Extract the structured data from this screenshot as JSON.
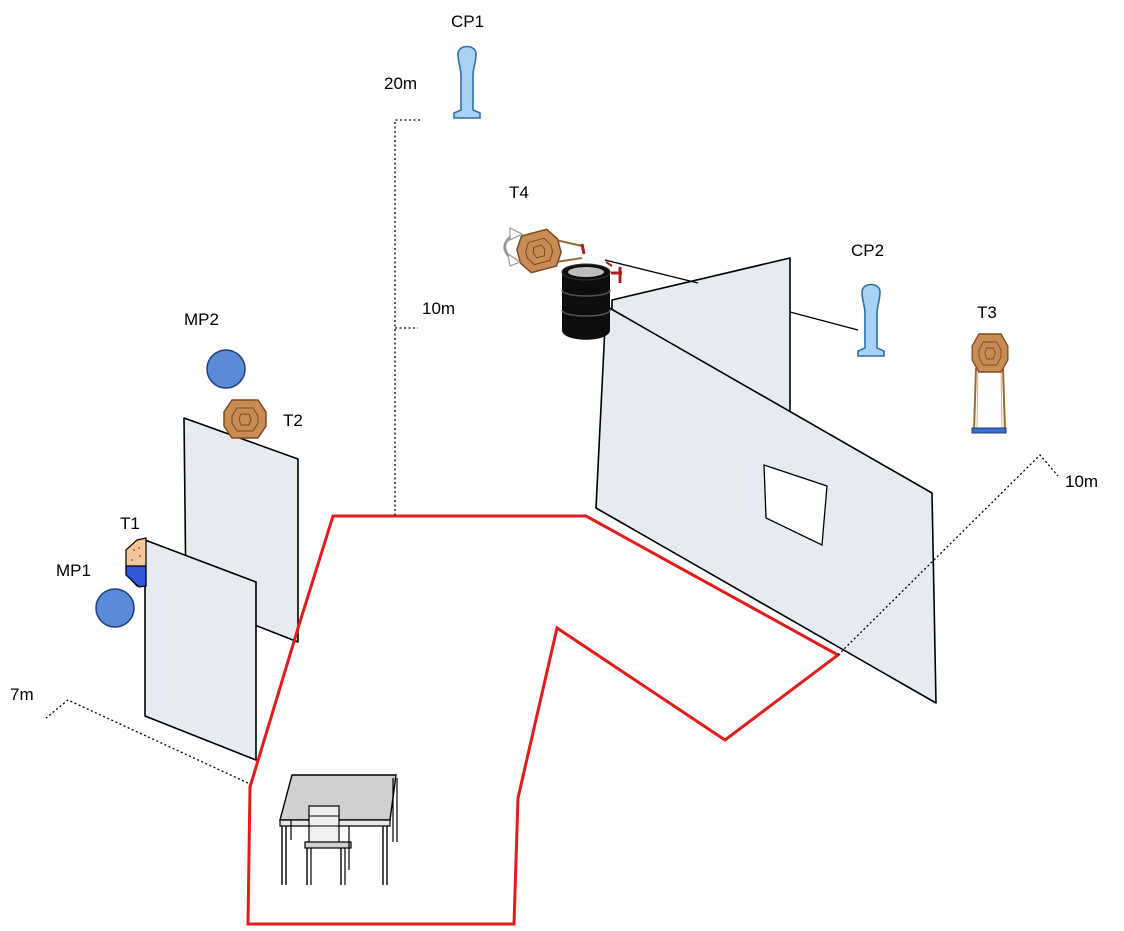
{
  "labels": {
    "cp1": "CP1",
    "cp2": "CP2",
    "t1": "T1",
    "t2": "T2",
    "t3": "T3",
    "t4": "T4",
    "mp1": "MP1",
    "mp2": "MP2",
    "dist_20m": "20m",
    "dist_10m_center": "10m",
    "dist_10m_right": "10m",
    "dist_7m": "7m"
  },
  "colors": {
    "shooting_area_outline": "#e31b1b",
    "wall_panel_fill": "#e6ebf1",
    "no_shoot_blue": "#a9d3f5",
    "no_shoot_stroke": "#2f6fa8",
    "mini_popper": "#5b8bd6",
    "mini_popper_stroke": "#1f3f78",
    "target_tan": "#c98c55",
    "target_stroke": "#7a4a22",
    "barrel_black": "#0d0d0d",
    "activator_red": "#b01c1c",
    "table_top": "#d0d0d0"
  },
  "icons": {
    "no_shoot": "no-shoot-silhouette-icon",
    "popper": "mini-popper-icon",
    "target": "ipsc-target-icon",
    "barrel": "barrel-icon",
    "table": "table-icon",
    "chair": "chair-icon",
    "swing": "swinger-arrow-icon"
  }
}
